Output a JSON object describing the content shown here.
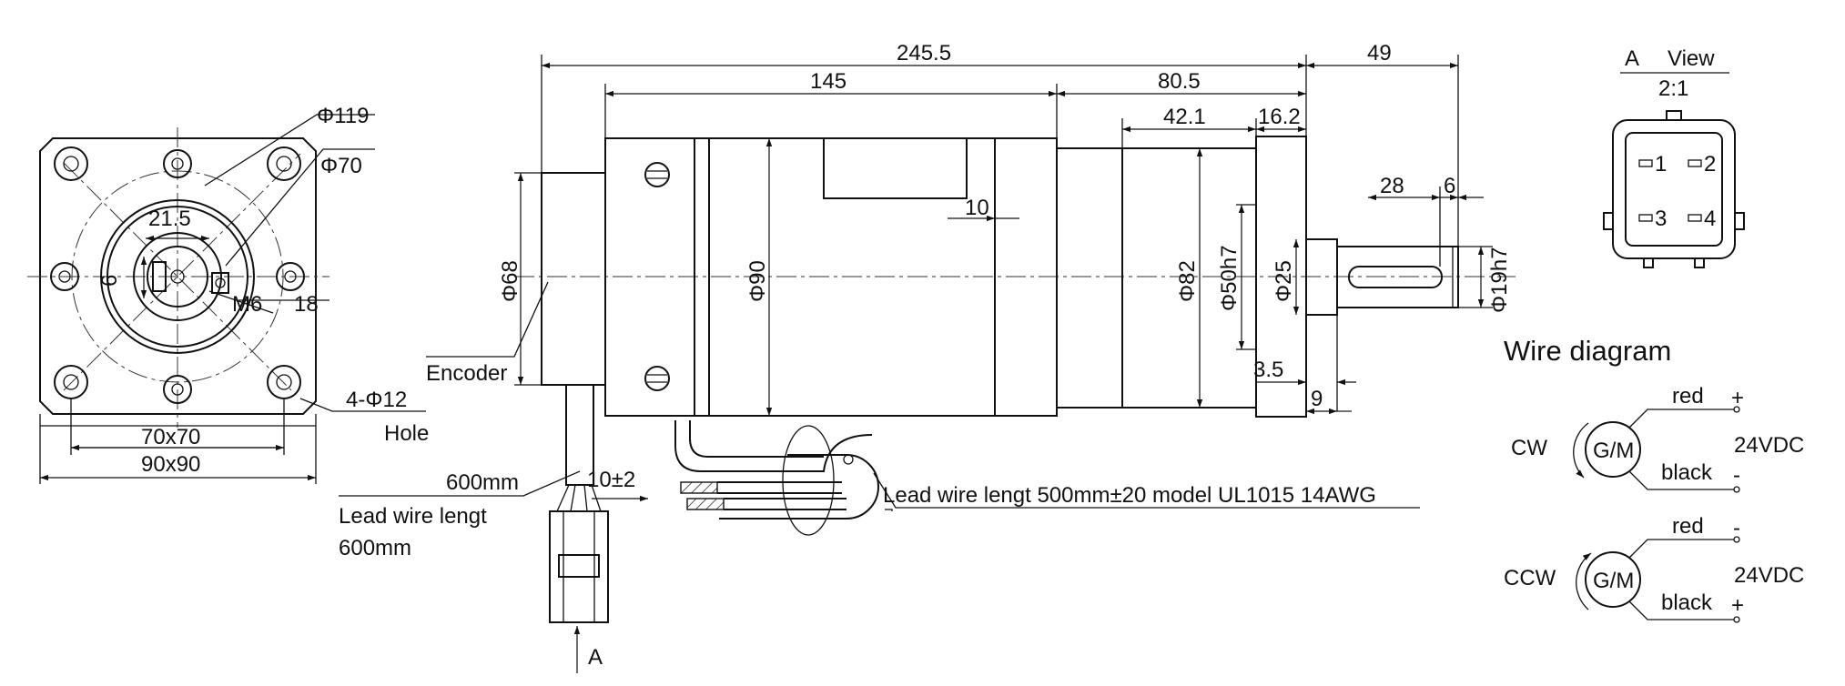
{
  "front_view": {
    "phi119": "Φ119",
    "phi70": "Φ70",
    "d21_5": "21.5",
    "d6": "6",
    "m6": "M6",
    "d18": "18",
    "hole_count": "4-Φ12",
    "hole_word": "Hole",
    "d70x70": "70x70",
    "d90x90": "90x90"
  },
  "side_view": {
    "d245_5": "245.5",
    "d145": "145",
    "d80_5": "80.5",
    "d49": "49",
    "d42_1": "42.1",
    "d16_2": "16.2",
    "d28": "28",
    "d6": "6",
    "d10": "10",
    "phi68": "Φ68",
    "phi90": "Φ90",
    "phi82": "Φ82",
    "phi50h7": "Φ50h7",
    "phi25": "Φ25",
    "phi19h7": "Φ19h7",
    "d3_5": "3.5",
    "d9": "9",
    "encoder": "Encoder",
    "len600": "600mm",
    "lead_line1": "Lead wire lengt",
    "lead_line2": "600mm",
    "d10pm2": "10±2",
    "lead_wire_500": "Lead wire lengt 500mm±20 model UL1015 14AWG",
    "arrow_a": "A"
  },
  "connector_view": {
    "title": "A View",
    "title_a": "A",
    "title_view": "View",
    "scale": "2:1",
    "pin1": "1",
    "pin2": "2",
    "pin3": "3",
    "pin4": "4"
  },
  "wire_diagram": {
    "title": "Wire diagram",
    "motor_label": "G/M",
    "cw": {
      "direction": "CW",
      "top_wire": "red",
      "top_sign": "+",
      "bottom_wire": "black",
      "bottom_sign": "-",
      "voltage": "24VDC"
    },
    "ccw": {
      "direction": "CCW",
      "top_wire": "red",
      "top_sign": "-",
      "bottom_wire": "black",
      "bottom_sign": "+",
      "voltage": "24VDC"
    }
  }
}
